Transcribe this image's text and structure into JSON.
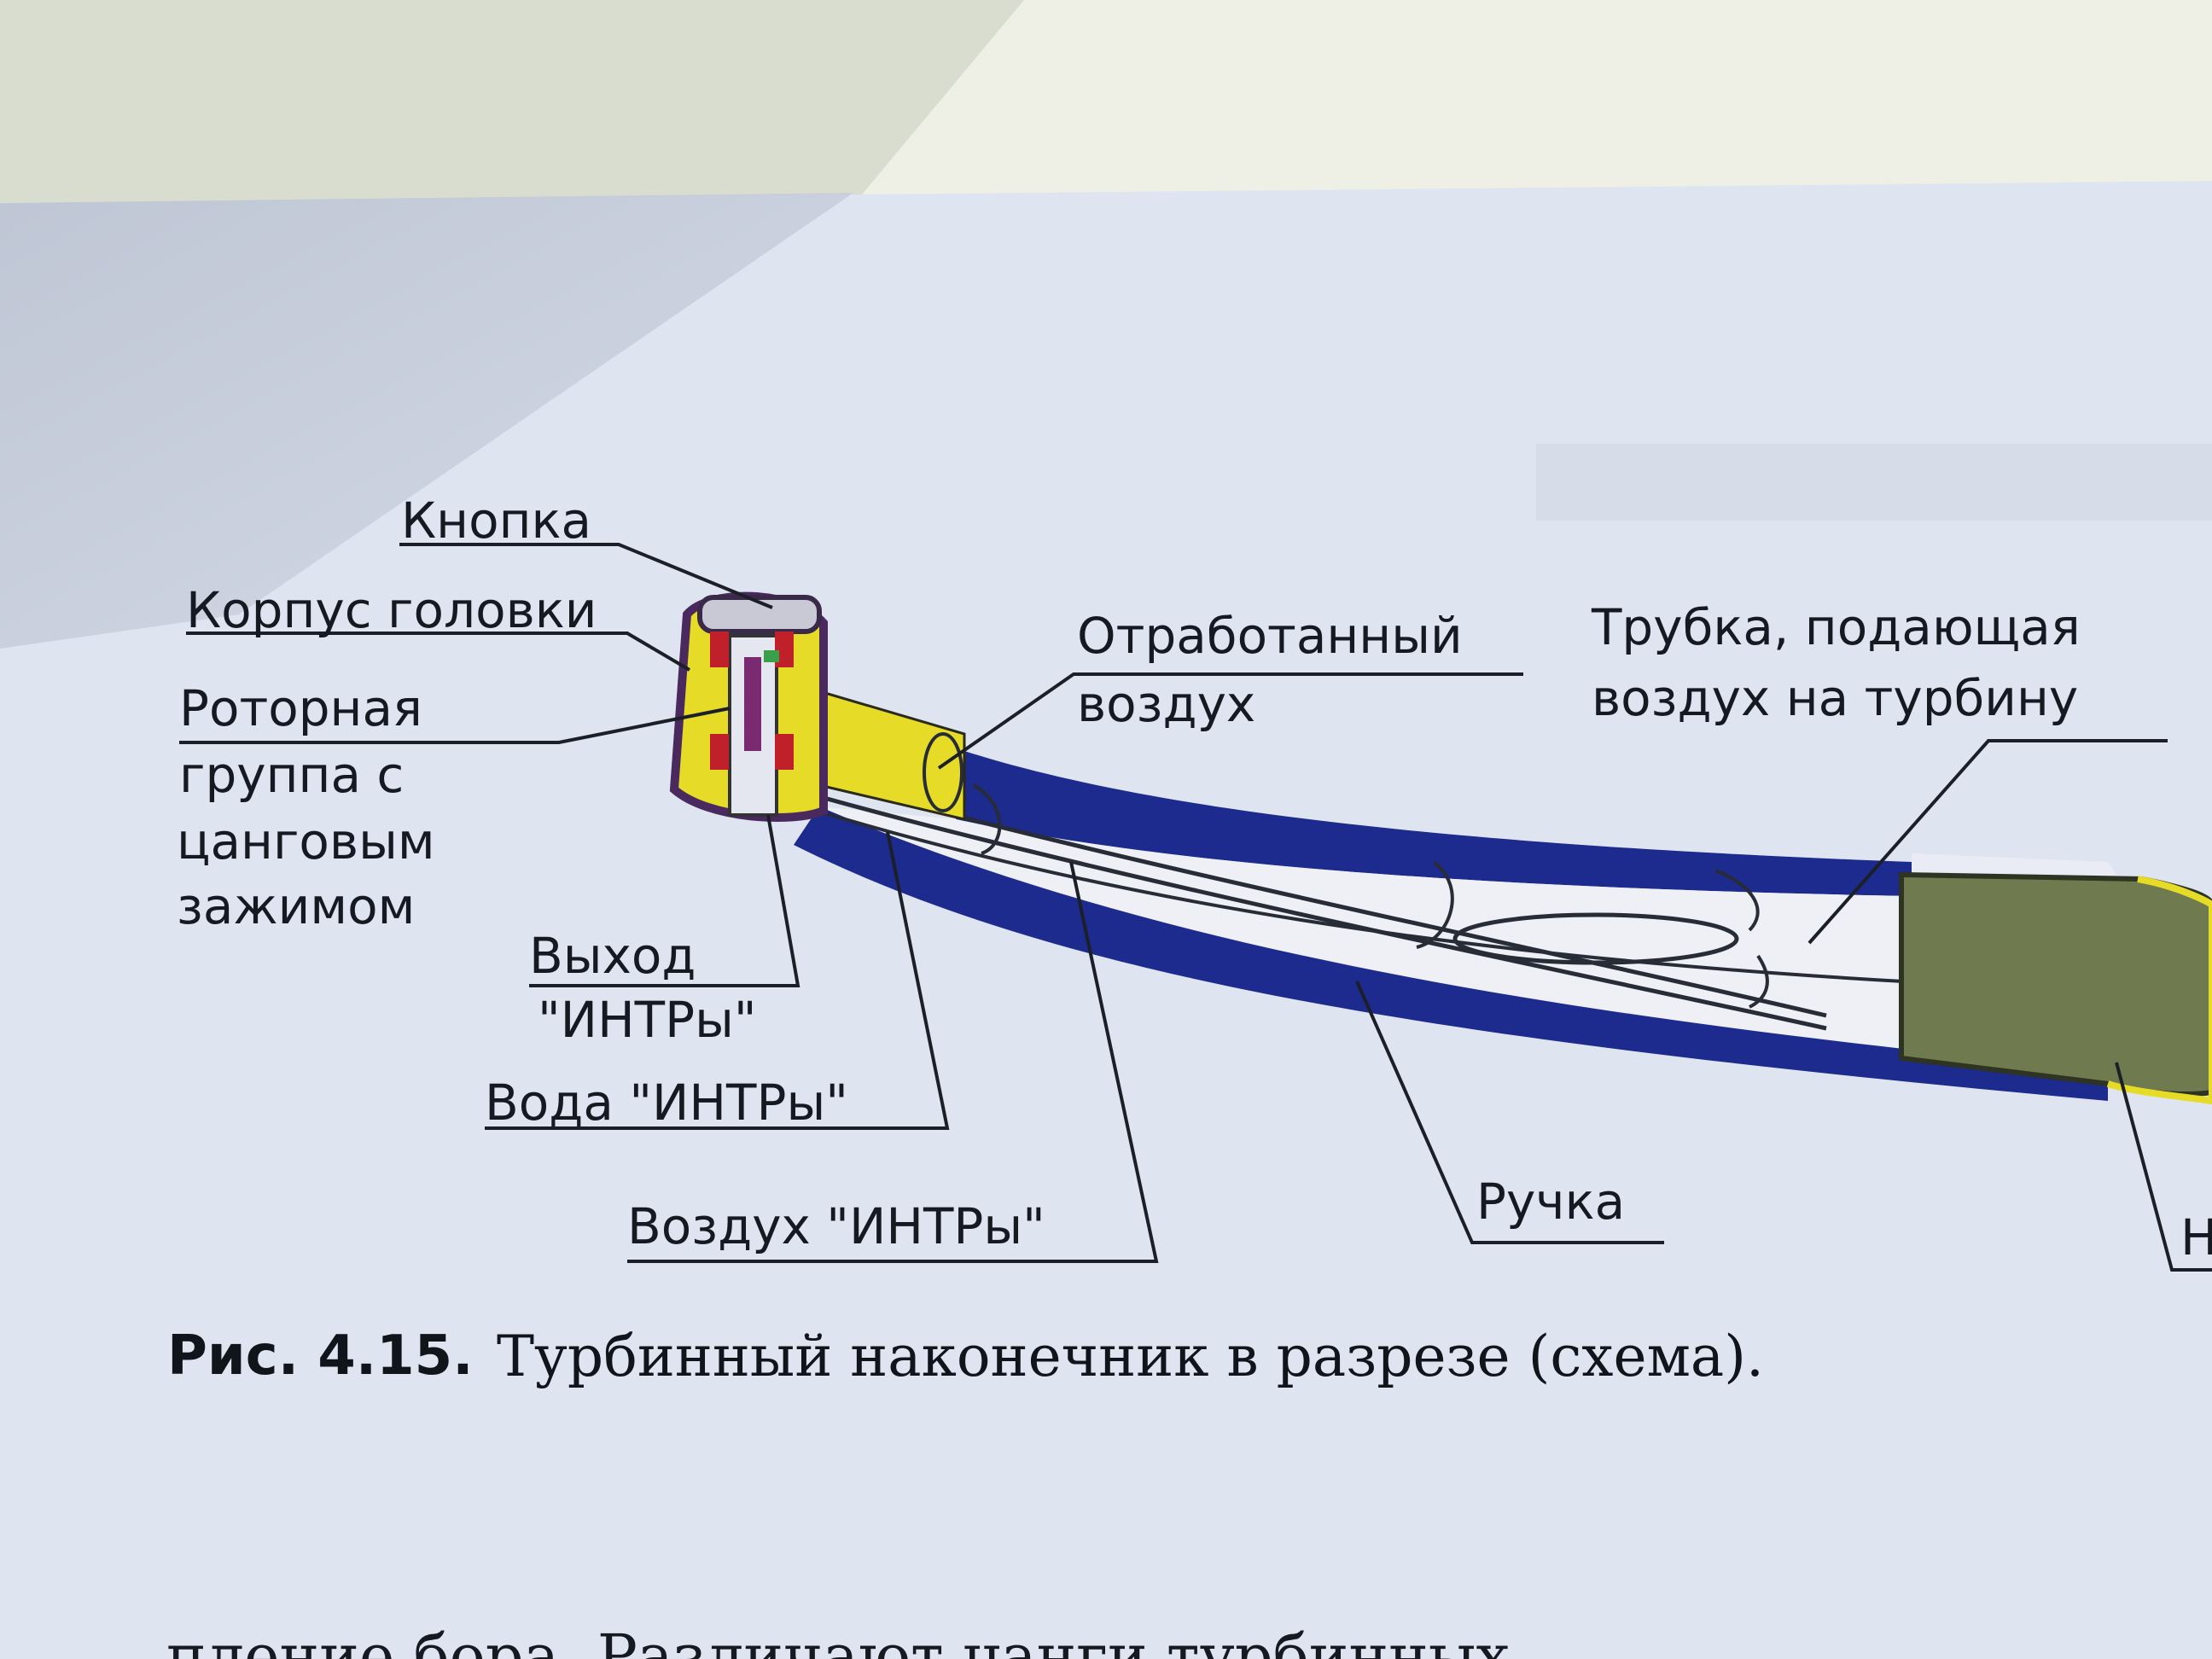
{
  "labels": {
    "knopka": "Кнопка",
    "korpus": "Корпус головки",
    "rotor_1": "Роторная",
    "rotor_2": "группа с",
    "rotor_3": "цанговым",
    "rotor_4": "зажимом",
    "vykhod_1": "Выход",
    "vykhod_2": "\"ИНТРы\"",
    "voda": "Вода \"ИНТРы\"",
    "vozdukh": "Воздух \"ИНТРы\"",
    "otrab_1": "Отработанный",
    "otrab_2": "воздух",
    "trubka_1": "Трубка, подающая",
    "trubka_2": "воздух на турбину",
    "ruchka": "Ручка",
    "cut_off": "Н"
  },
  "caption": {
    "number": "Рис. 4.15.",
    "text": "Турбинный наконечник в разрезе (схема)."
  },
  "body_text": "пление бора. Различают цанги турбинных",
  "colors": {
    "paper": "#dde3ef",
    "background": "#e6eadf",
    "housing": "#1d2a8e",
    "head_yellow": "#e6dc28",
    "motor_olive": "#6f7a4e",
    "rotor_red": "#c0202a",
    "ink": "#151a22"
  }
}
